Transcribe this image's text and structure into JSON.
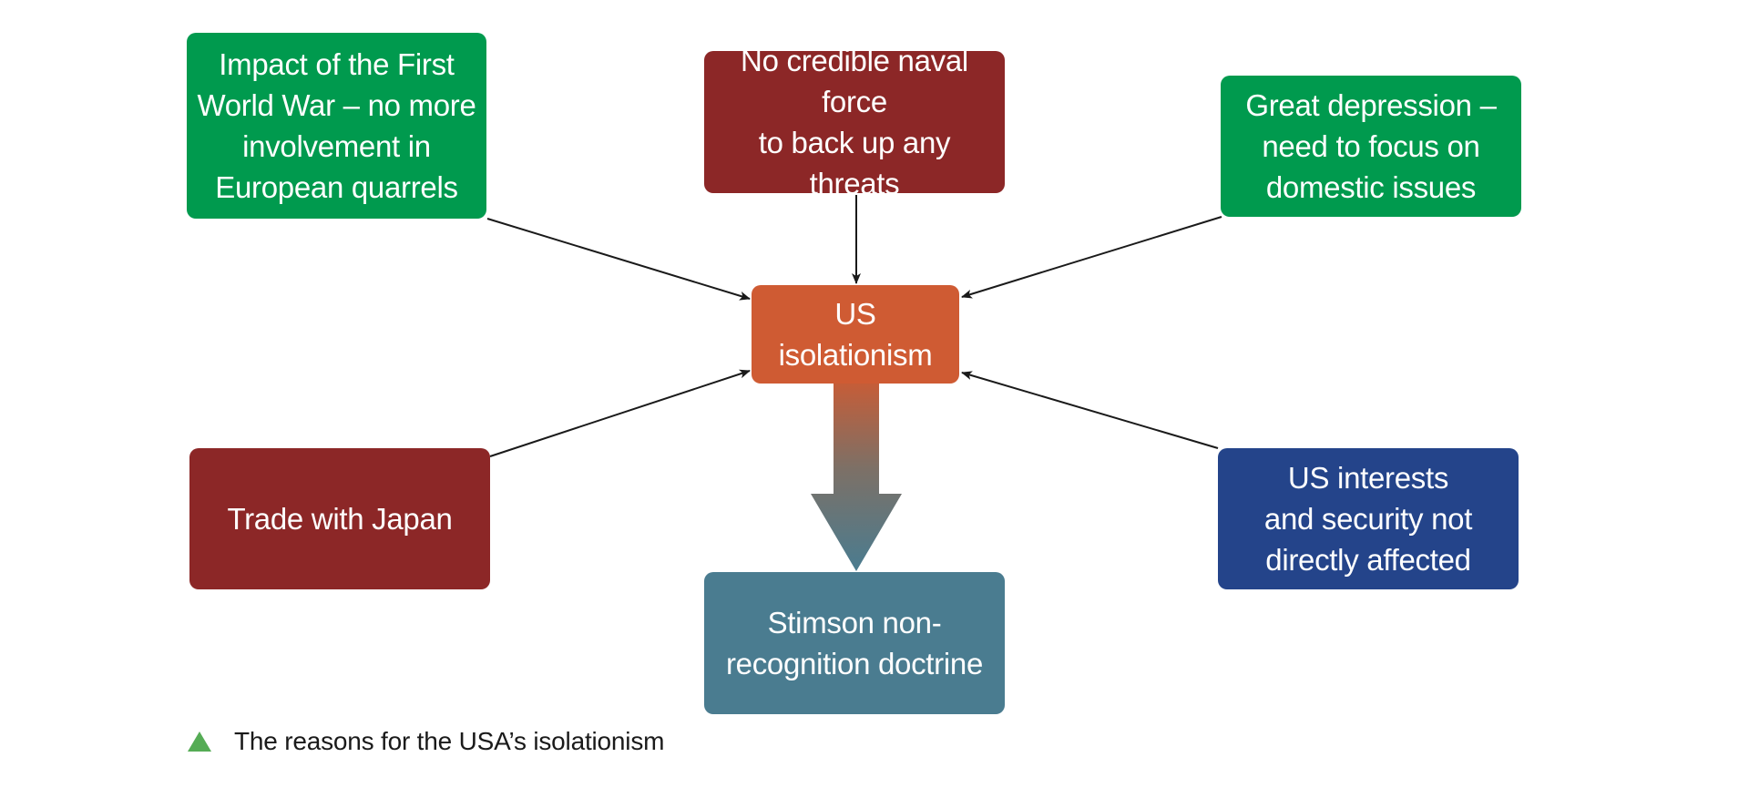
{
  "diagram": {
    "center": {
      "label": "US isolationism"
    },
    "causes": [
      {
        "label": "Impact of the First\nWorld War – no more\ninvolvement in\nEuropean quarrels",
        "color": "#009a4e"
      },
      {
        "label": "No credible naval force\nto back up any threats",
        "color": "#8c2727"
      },
      {
        "label": "Great depression –\nneed to focus on\ndomestic issues",
        "color": "#009a4e"
      },
      {
        "label": "Trade with Japan",
        "color": "#8c2727"
      },
      {
        "label": "US interests\nand security not\ndirectly affected",
        "color": "#24448a"
      }
    ],
    "outcome": {
      "label": "Stimson non-\nrecognition doctrine",
      "color": "#4a7c90"
    },
    "center_color": "#cf5b33"
  },
  "caption": {
    "text": "The reasons for the USA’s isolationism",
    "marker_color": "#55ac55"
  }
}
